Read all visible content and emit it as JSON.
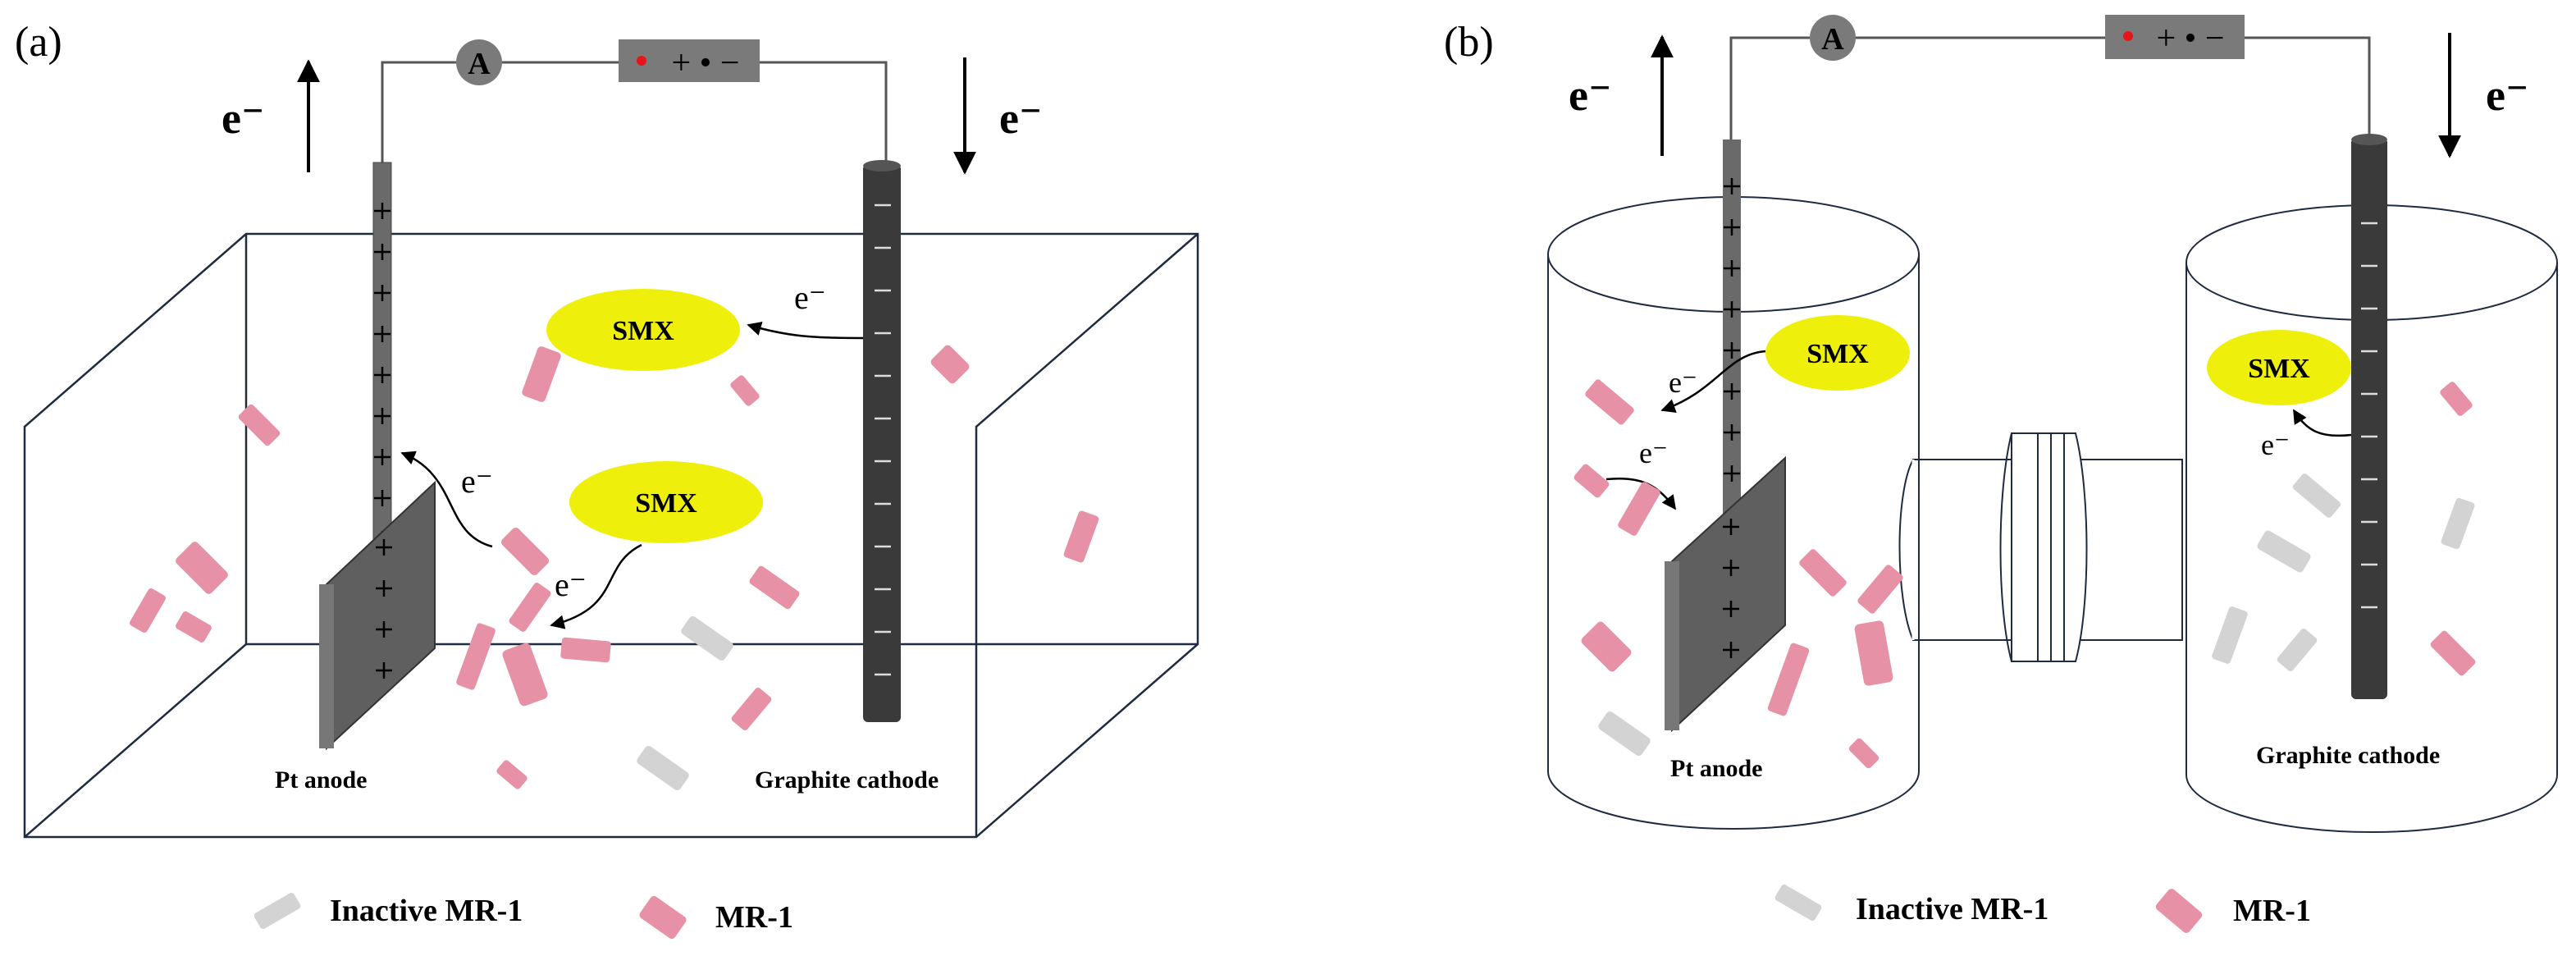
{
  "panel_a": {
    "label": "(a)",
    "electron_symbol": "e⁻",
    "ammeter_label": "A",
    "battery_symbols": "+ • −",
    "anode_label": "Pt anode",
    "cathode_label": "Graphite cathode",
    "smx_label_top": "SMX",
    "smx_label_bottom": "SMX"
  },
  "panel_b": {
    "label": "(b)",
    "electron_symbol": "e⁻",
    "ammeter_label": "A",
    "battery_symbols": "+ • −",
    "anode_label": "Pt anode",
    "cathode_label": "Graphite cathode",
    "smx_label_anode": "SMX",
    "smx_label_cathode": "SMX"
  },
  "legend": {
    "inactive_label": "Inactive MR-1",
    "active_label": "MR-1"
  },
  "colors": {
    "mr1": "#E791A6",
    "inactive_mr1": "#D3D3D3",
    "smx": "#EEF00C",
    "anode": "#5F5F5F",
    "cathode": "#3A3A3A",
    "outline": "#1E2B40"
  }
}
